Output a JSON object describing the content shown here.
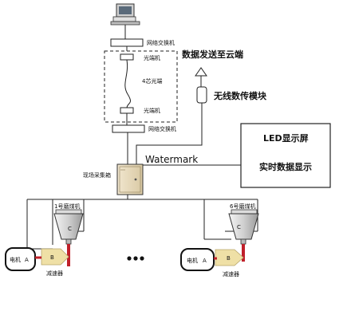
{
  "labels": {
    "switch_top": "网络交换机",
    "converter_top": "光端机",
    "fiber": "4芯光端",
    "converter_bottom": "光端机",
    "switch_bottom": "网络交换机",
    "cloud_text": "数据发送至云端",
    "wireless_module": "无线数传模块",
    "led_title": "LED显示屏",
    "led_sub": "实时数据显示",
    "collector": "现场采集箱",
    "watermark": "Watermark",
    "grinder1": "1号磨煤机",
    "grinder6": "6号磨煤机",
    "c_left": "C",
    "c_right": "C",
    "motor_left": "电机",
    "motor_right": "电机",
    "a_left": "A",
    "a_right": "A",
    "b_left": "B",
    "b_right": "B",
    "reducer_left": "减速器",
    "reducer_right": "减速器"
  },
  "colors": {
    "line": "#222222",
    "red_shaft": "#c0202a",
    "reducer_fill": "#efe0a6",
    "cone_fill": "#d8d8d8",
    "cabinet_fill": "#e8dcc3"
  },
  "icons": {
    "computer": "computer-icon",
    "antenna": "antenna-arrow-icon",
    "ellipsis": "ellipsis-dots"
  }
}
